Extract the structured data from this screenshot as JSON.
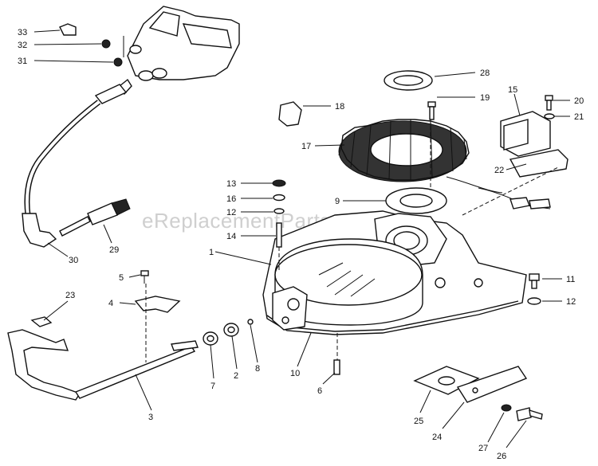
{
  "watermark": "eReplacementParts.com",
  "callouts": {
    "c1": "1",
    "c2": "2",
    "c3": "3",
    "c4": "4",
    "c5": "5",
    "c6": "6",
    "c7": "7",
    "c8": "8",
    "c9": "9",
    "c10": "10",
    "c11": "11",
    "c12a": "12",
    "c12b": "12",
    "c13": "13",
    "c14": "14",
    "c15": "15",
    "c16": "16",
    "c17": "17",
    "c18": "18",
    "c19": "19",
    "c20": "20",
    "c21": "21",
    "c22": "22",
    "c23": "23",
    "c24": "24",
    "c25": "25",
    "c26": "26",
    "c27": "27",
    "c28": "28",
    "c29": "29",
    "c30": "30",
    "c31": "31",
    "c32": "32",
    "c33": "33"
  }
}
